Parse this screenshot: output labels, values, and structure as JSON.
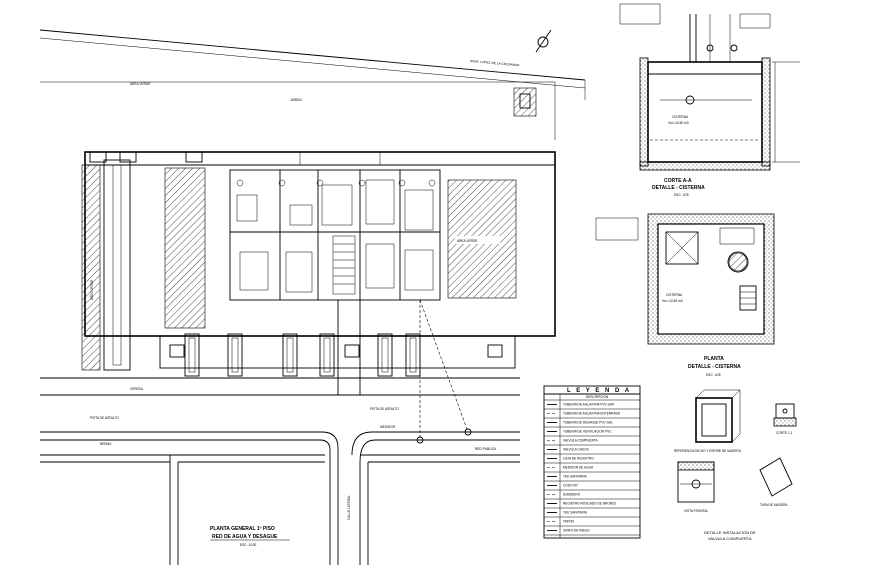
{
  "labels": {
    "street_diag": "AVDA. LOPEZ DE LA CRUZAMAR",
    "jardin_top": "JARDIN",
    "area_verde": "AREA VERDE",
    "area_verde_left": "AREA VERDE",
    "vereda": "VEREDA",
    "pista_asfalto": "PISTA DE ASFALTO",
    "pista_asfalto_right": "PISTA DE ASFALTO",
    "berma": "BERMA",
    "calle_lateral": "CALLE LATERAL",
    "plan_title_1": "PLANTA GENERAL 1º PISO",
    "plan_title_2": "RED DE AGUA Y DESAGUE",
    "plan_scale": "ESC: 1/100",
    "detail_cut_title_1": "CORTE A-A",
    "detail_cut_title_2": "DETALLE - CISTERNA",
    "detail_cut_scale": "ESC: 1/25",
    "detail_plan_title_1": "PLANTA",
    "detail_plan_title_2": "DETALLE - CISTERNA",
    "detail_plan_scale": "ESC: 1/25",
    "cisterna_cut": "CISTERNA",
    "cisterna_cut_vol": "Vol.=10.50 m3",
    "cisterna_plan": "CISTERNA",
    "cisterna_plan_vol": "Vol.=10.50 m3",
    "legend_title": "L E Y E N D A",
    "legend_col": "DESCRIPCION",
    "valve_title_1": "DETALLE INSTALACION DE",
    "valve_title_2": "VALVULA COMPUERTA",
    "valve_front": "VISTA FRONTAL",
    "valve_cut": "CORTE 1-1",
    "valve_tapa": "TAPA DE MADERA",
    "valve_nicho": "REFERENCIA NICHO Y ESPIRE DE MADERA",
    "medidor": "MEDIDOR",
    "red_publica": "RED PUBLICA"
  },
  "legend_rows": [
    "TUBERIA DE AGUA FRIA PVC-SAP",
    "TUBERIA DE AGUA FRIA ENTERRADA",
    "TUBERIA DE DESAGUE PVC-SAL",
    "TUBERIA DE VENTILACION PVC",
    "VALVULA COMPUERTA",
    "VALVULA CHECK",
    "CAJA DE REGISTRO",
    "MEDIDOR DE AGUA",
    "TEE SANITARIA",
    "CODO 90°",
    "SUMIDERO",
    "REGISTRO ROSCADO DE BRONCE",
    "YEE SANITARIA",
    "TAPON",
    "GRIFO DE RIEGO"
  ]
}
